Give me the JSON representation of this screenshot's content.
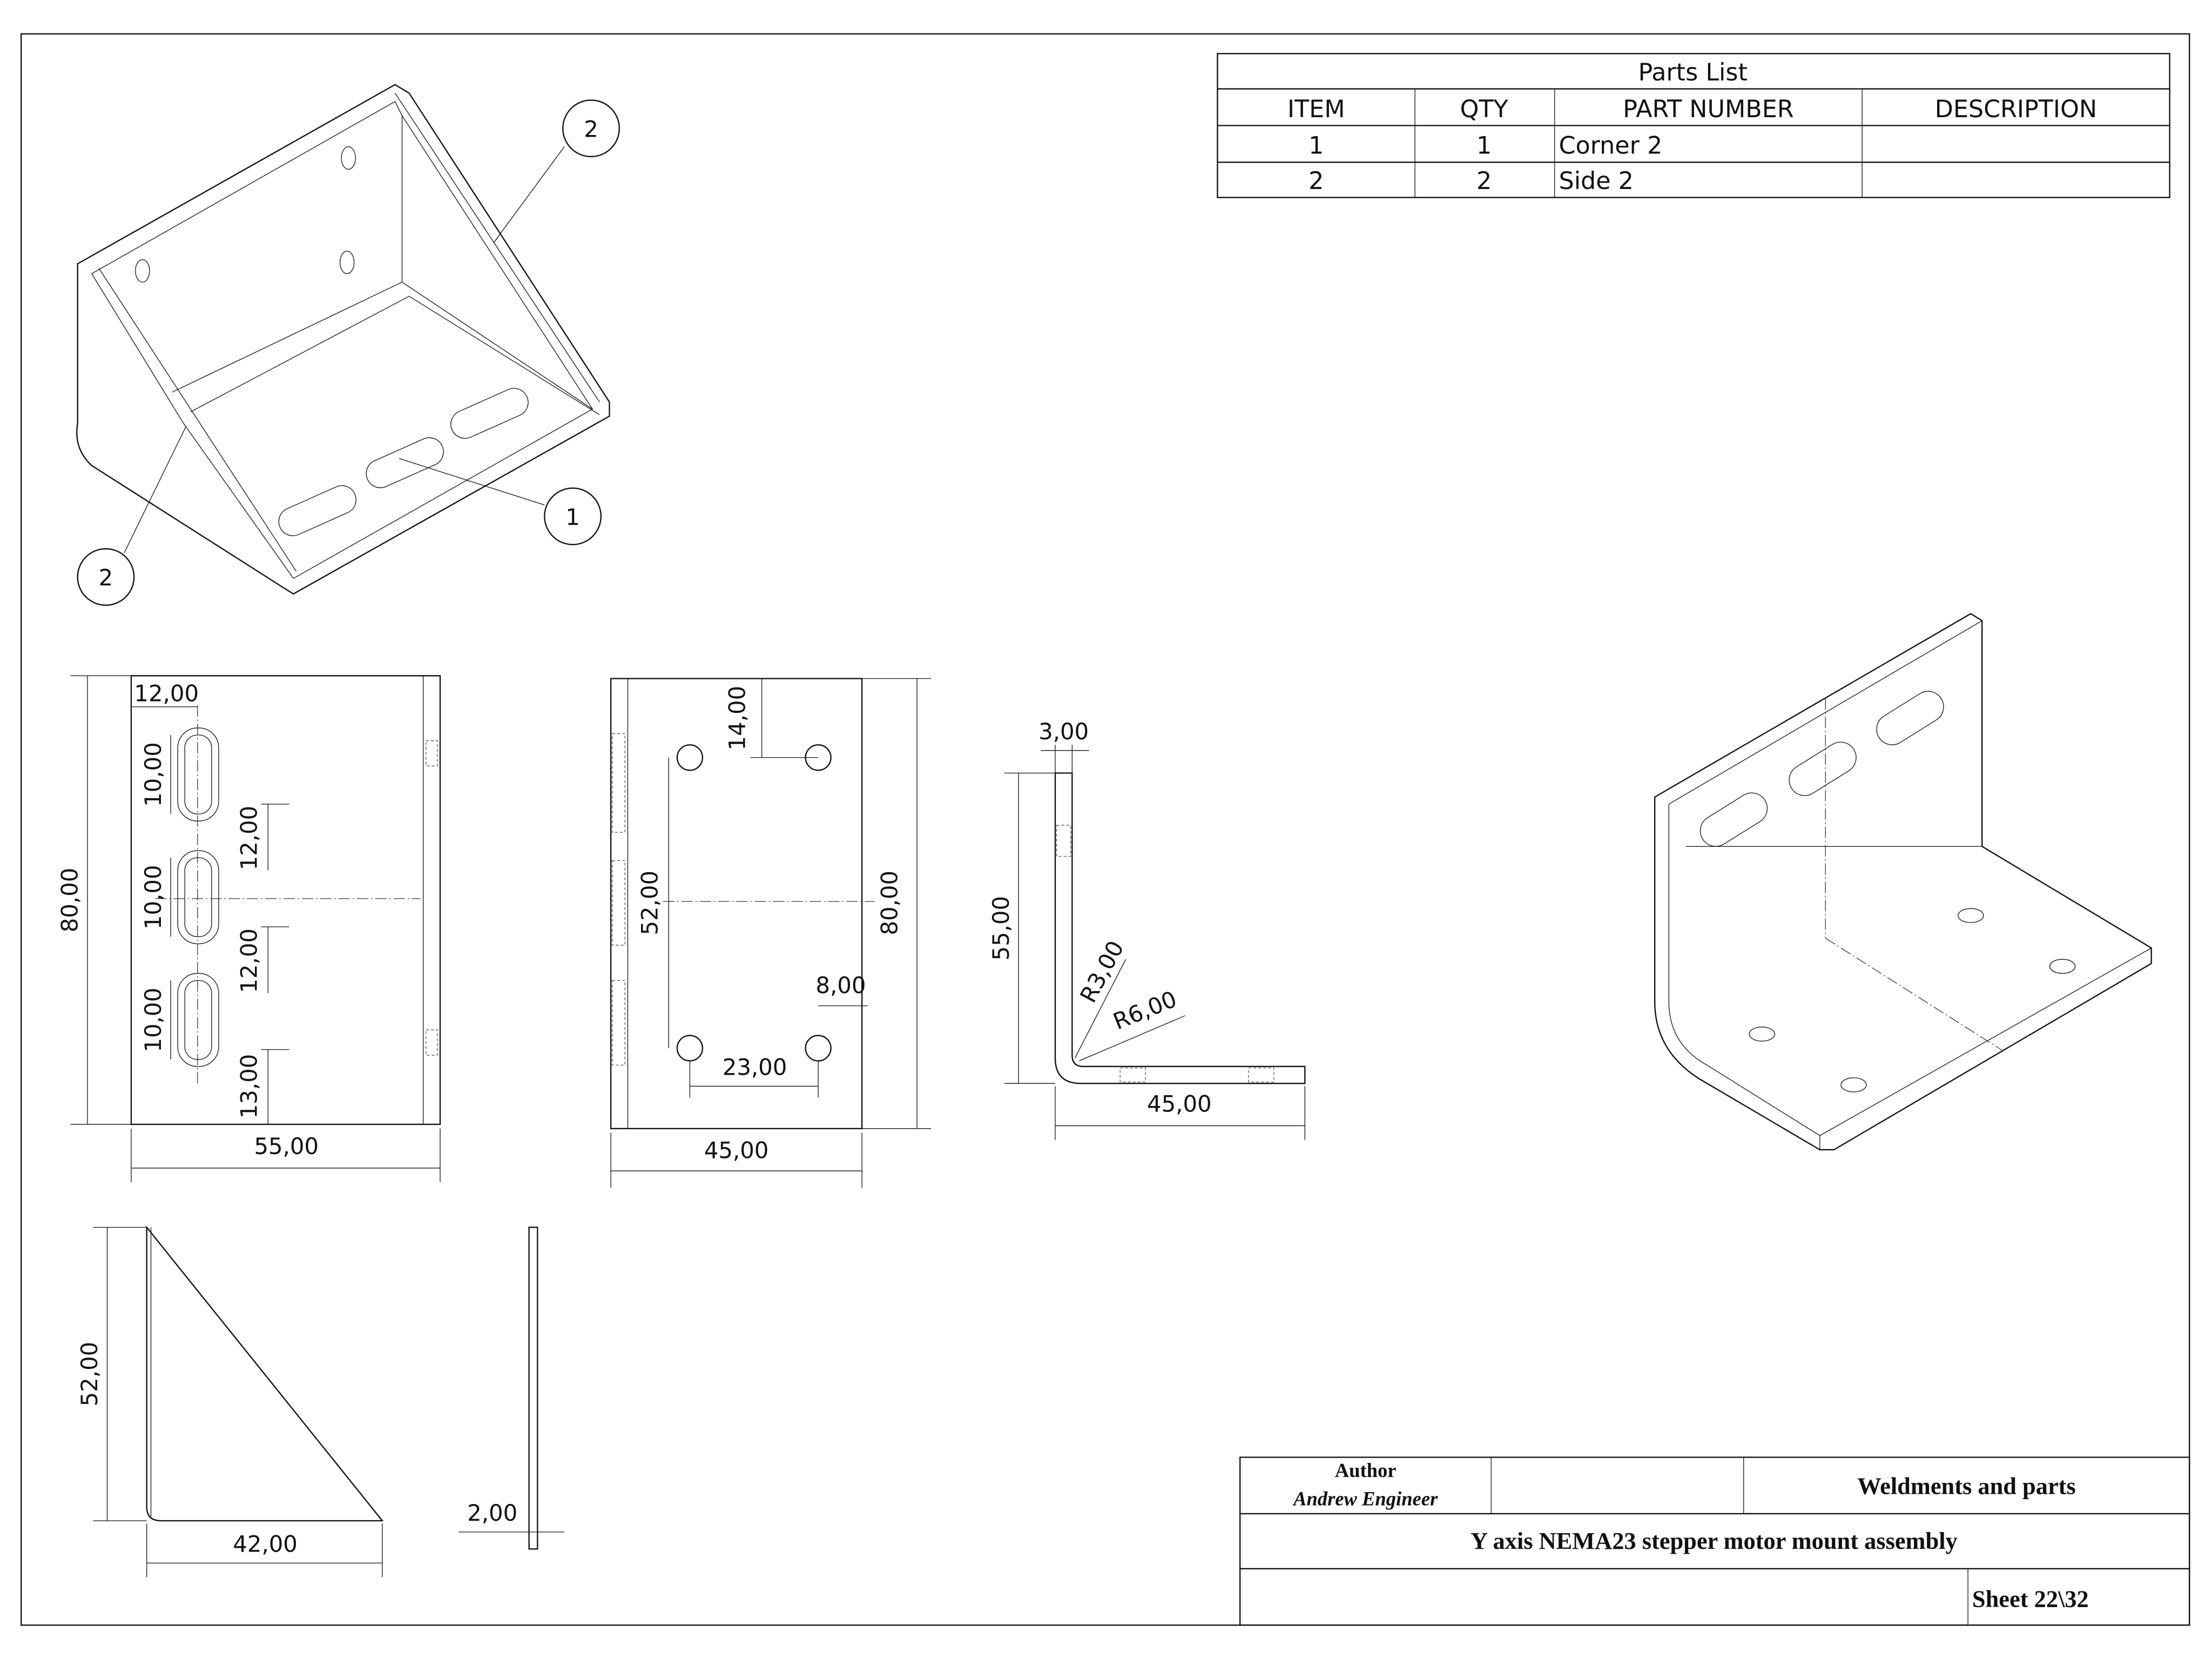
{
  "parts_list": {
    "title": "Parts List",
    "headers": [
      "ITEM",
      "QTY",
      "PART NUMBER",
      "DESCRIPTION"
    ],
    "rows": [
      {
        "item": "1",
        "qty": "1",
        "part_number": "Corner 2",
        "description": ""
      },
      {
        "item": "2",
        "qty": "2",
        "part_number": "Side 2",
        "description": ""
      }
    ]
  },
  "balloons": [
    "2",
    "1",
    "2"
  ],
  "dimensions": {
    "side_plate": {
      "width": "55,00",
      "height": "80,00",
      "slot_offset": "12,00",
      "slot1": "10,00",
      "slot2": "10,00",
      "slot3": "10,00",
      "pitch1": "12,00",
      "pitch2": "12,00",
      "bottom": "13,00"
    },
    "front_plate": {
      "width": "45,00",
      "height": "80,00",
      "top": "14,00",
      "vertical": "52,00",
      "horizontal": "23,00",
      "edge": "8,00"
    },
    "profile": {
      "thickness": "3,00",
      "height": "55,00",
      "r_inner": "R3,00",
      "r_outer": "R6,00",
      "length": "45,00"
    },
    "gusset": {
      "height": "52,00",
      "base": "42,00",
      "thickness": "2,00"
    }
  },
  "title_block": {
    "author_label": "Author",
    "author_name": "Andrew Engineer",
    "category": "Weldments and parts",
    "title": "Y axis NEMA23 stepper motor mount assembly",
    "sheet": "Sheet  22\\32"
  }
}
